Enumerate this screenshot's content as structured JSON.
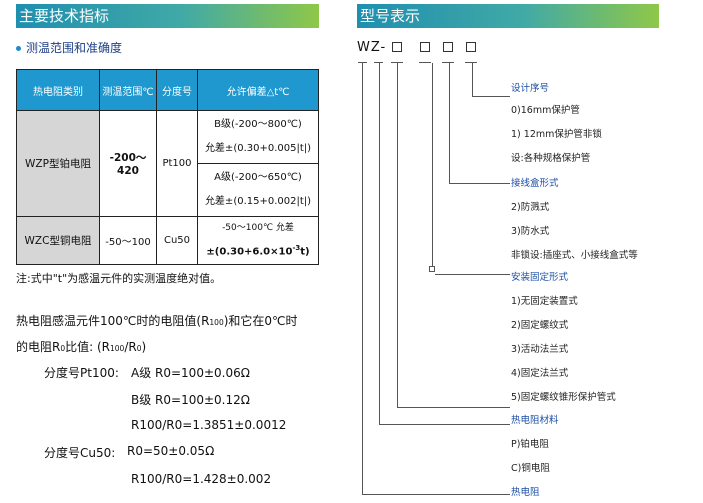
{
  "left": {
    "header": "主要技术指标",
    "subtitle": "测温范围和准确度",
    "table": {
      "headers": [
        "热电阻类别",
        "测温范围℃",
        "分度号",
        "允许偏差△t℃"
      ],
      "rows": [
        {
          "category": "WZP型铂电阻",
          "range": "-200～420",
          "index": "Pt100",
          "tol": [
            "B级(-200～800℃)",
            "允差±(0.30+0.005|t|)",
            "A级(-200～650℃)",
            "允差±(0.15+0.002|t|)"
          ]
        },
        {
          "category": "WZC型铜电阻",
          "range": "-50～100",
          "index": "Cu50",
          "tol": [
            "-50～100℃ 允差",
            "±(0.30+6.0×10",
            "-3",
            "t)"
          ]
        }
      ]
    },
    "note": "注:式中\"t\"为感温元件的实测温度绝对值。",
    "para1": "热电阻感温元件100℃时的电阻值(R",
    "para1_sub": "100",
    "para1_tail": ")和它在0℃时",
    "para2": "的电阻R",
    "para2_sub": "0",
    "para2_mid": "比值: (R",
    "para2_sub2": "100",
    "para2_mid2": "/R",
    "para2_sub3": "0",
    "para2_tail": ")",
    "pt_label": "分度号Pt100:",
    "pt_a": "A级  R0=100±0.06Ω",
    "pt_b": "B级 R0=100±0.12Ω",
    "pt_ratio": "R100/R0=1.3851±0.0012",
    "cu_label": "分度号Cu50:",
    "cu_r": "R0=50±0.05Ω",
    "cu_ratio": "R100/R0=1.428±0.002"
  },
  "right": {
    "header": "型号表示",
    "prefix": "WZ-",
    "labels": [
      {
        "text": "设计序号",
        "accent": true
      },
      {
        "text": "0)16mm保护管",
        "accent": false
      },
      {
        "text": "1)   12mm保护管非锁",
        "accent": false
      },
      {
        "text": "设:各种规格保护管",
        "accent": false
      },
      {
        "text": "接线盒形式",
        "accent": true
      },
      {
        "text": "2)防溅式",
        "accent": false
      },
      {
        "text": "3)防水式",
        "accent": false
      },
      {
        "text": "非锁设:插座式、小接线盒式等",
        "accent": false
      },
      {
        "text": "安装固定形式",
        "accent": true
      },
      {
        "text": "1)无固定装置式",
        "accent": false
      },
      {
        "text": "2)固定螺纹式",
        "accent": false
      },
      {
        "text": "3)活动法兰式",
        "accent": false
      },
      {
        "text": "4)固定法兰式",
        "accent": false
      },
      {
        "text": "5)固定螺纹锥形保护管式",
        "accent": false
      },
      {
        "text": "热电阻材料",
        "accent": true
      },
      {
        "text": "P)铂电阻",
        "accent": false
      },
      {
        "text": "C)铜电阻",
        "accent": false
      },
      {
        "text": "热电阻",
        "accent": true
      }
    ]
  },
  "colors": {
    "header_start": "#1f8fb0",
    "header_end": "#8fc748",
    "table_header": "#1e98cf",
    "accent_text": "#1d4fa6"
  }
}
